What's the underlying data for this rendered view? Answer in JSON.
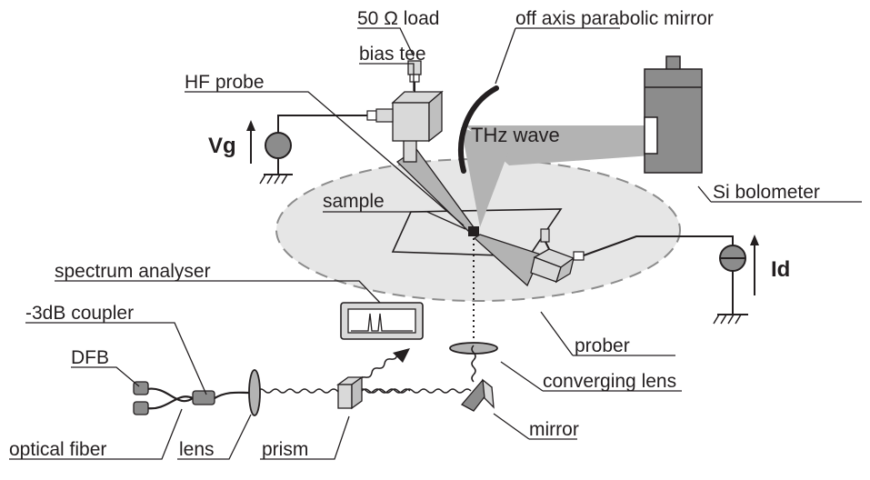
{
  "labels": {
    "load": "50 Ω load",
    "mirror_parabolic": "off axis parabolic mirror",
    "bias_tee": "bias tee",
    "hf_probe": "HF probe",
    "thz_wave": "THz wave",
    "si_bolometer": "Si bolometer",
    "sample": "sample",
    "vg": "Vg",
    "id": "Id",
    "spectrum_analyser": "spectrum analyser",
    "coupler": "-3dB coupler",
    "dfb": "DFB",
    "prober": "prober",
    "converging_lens": "converging lens",
    "mirror": "mirror",
    "optical_fiber": "optical fiber",
    "lens": "lens",
    "prism": "prism"
  },
  "colors": {
    "ink": "#231f20",
    "prober_fill": "#e6e6e6",
    "component_fill": "#d9d9d9",
    "beam_fill": "#b3b3b3",
    "bolometer_fill": "#8c8c8c"
  }
}
